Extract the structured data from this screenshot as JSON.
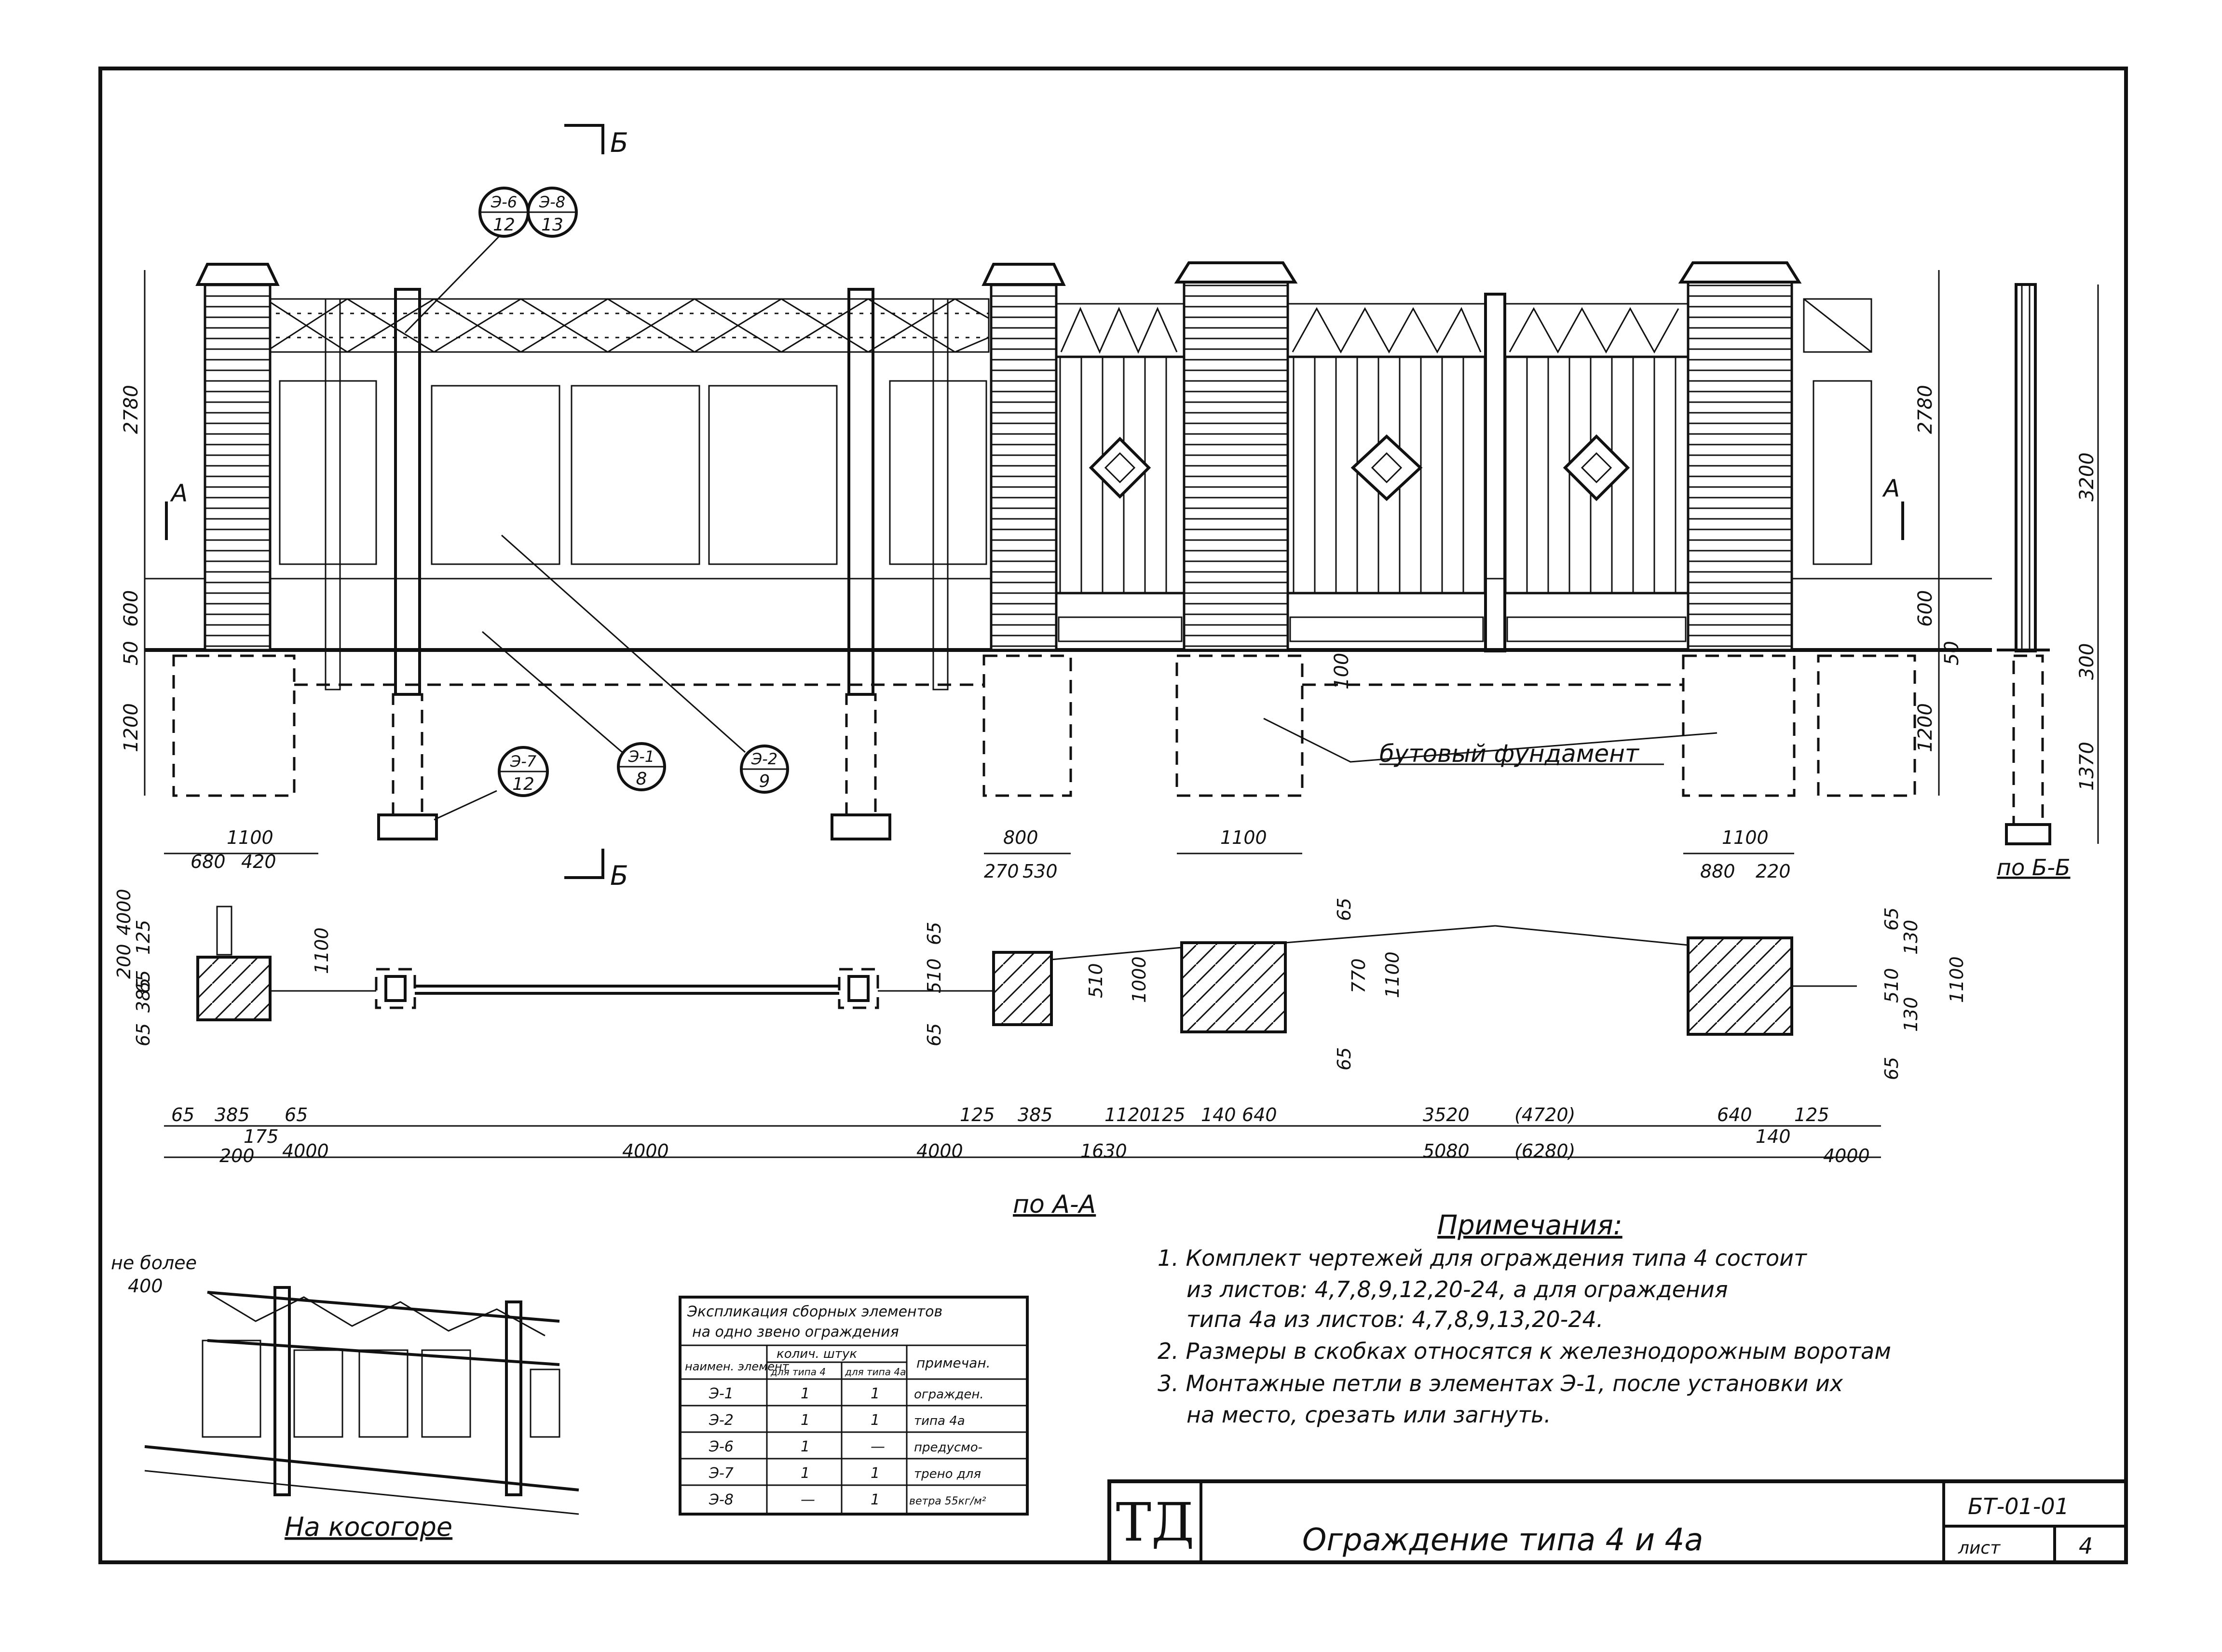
{
  "section_marks": {
    "b_top": "Б",
    "b_bottom": "Б",
    "a_left": "А",
    "a_right": "А"
  },
  "callouts": [
    {
      "id": "e6",
      "top": "Э-6",
      "bottom": "12"
    },
    {
      "id": "e8",
      "top": "Э-8",
      "bottom": "13"
    },
    {
      "id": "e7",
      "top": "Э-7",
      "bottom": "12"
    },
    {
      "id": "e1",
      "top": "Э-1",
      "bottom": "8"
    },
    {
      "id": "e2",
      "top": "Э-2",
      "bottom": "9"
    }
  ],
  "elevation_dims": {
    "left": [
      "2780",
      "600",
      "50",
      "1200"
    ],
    "right": [
      "2780",
      "600",
      "50",
      "1200"
    ],
    "center": "100",
    "section": [
      "3200",
      "300",
      "1370"
    ]
  },
  "foundation_label": "бутовый фундамент",
  "plan_dims": {
    "top": [
      "1100",
      "680",
      "420",
      "800",
      "270",
      "530",
      "1100",
      "1100",
      "880",
      "220"
    ],
    "left_vertical": [
      "4000",
      "200",
      "125",
      "65",
      "385",
      "65",
      "1100"
    ],
    "mid_vertical": [
      "65",
      "510",
      "65",
      "510",
      "1000",
      "65",
      "770",
      "65",
      "1100"
    ],
    "right_vertical": [
      "65",
      "130",
      "510",
      "130",
      "65",
      "1100"
    ],
    "row1": [
      "65",
      "385",
      "65",
      "175",
      "125",
      "385",
      "1120",
      "125",
      "140",
      "640",
      "3520",
      "(4720)",
      "640",
      "140",
      "125"
    ],
    "row2": [
      "200",
      "4000",
      "4000",
      "4000",
      "1630",
      "5080",
      "(6280)",
      "4000"
    ]
  },
  "view_labels": {
    "plan": "по А-А",
    "section": "по Б-Б",
    "slope": "На косогоре"
  },
  "slope_note": {
    "line1": "не более",
    "line2": "400"
  },
  "notes": {
    "title": "Примечания:",
    "items": [
      "1. Комплект чертежей для ограждения типа 4 состоит",
      "из листов: 4,7,8,9,12,20-24, а для ограждения",
      "типа 4а из листов: 4,7,8,9,13,20-24.",
      "2. Размеры в скобках относятся к железнодорожным воротам",
      "3. Монтажные петли в элементах Э-1, после установки их",
      "на место, срезать или загнуть."
    ]
  },
  "explication": {
    "title1": "Экспликация сборных элементов",
    "title2": "на одно звено ограждения",
    "headers": [
      "наимен. элемент",
      "колич. штук",
      "примечан."
    ],
    "subheaders": [
      "для типа 4",
      "для типа 4а"
    ],
    "rows": [
      [
        "Э-1",
        "1",
        "1",
        "огражден."
      ],
      [
        "Э-2",
        "1",
        "1",
        "типа 4а"
      ],
      [
        "Э-6",
        "1",
        "—",
        "предусмо-"
      ],
      [
        "Э-7",
        "1",
        "1",
        "трено для"
      ],
      [
        "Э-8",
        "—",
        "1",
        "ветра 55кг/м²"
      ]
    ]
  },
  "title_block": {
    "logo": "ТД",
    "title": "Ограждение типа 4 и 4а",
    "code": "БТ-01-01",
    "sheet_label": "лист",
    "sheet_no": "4"
  }
}
